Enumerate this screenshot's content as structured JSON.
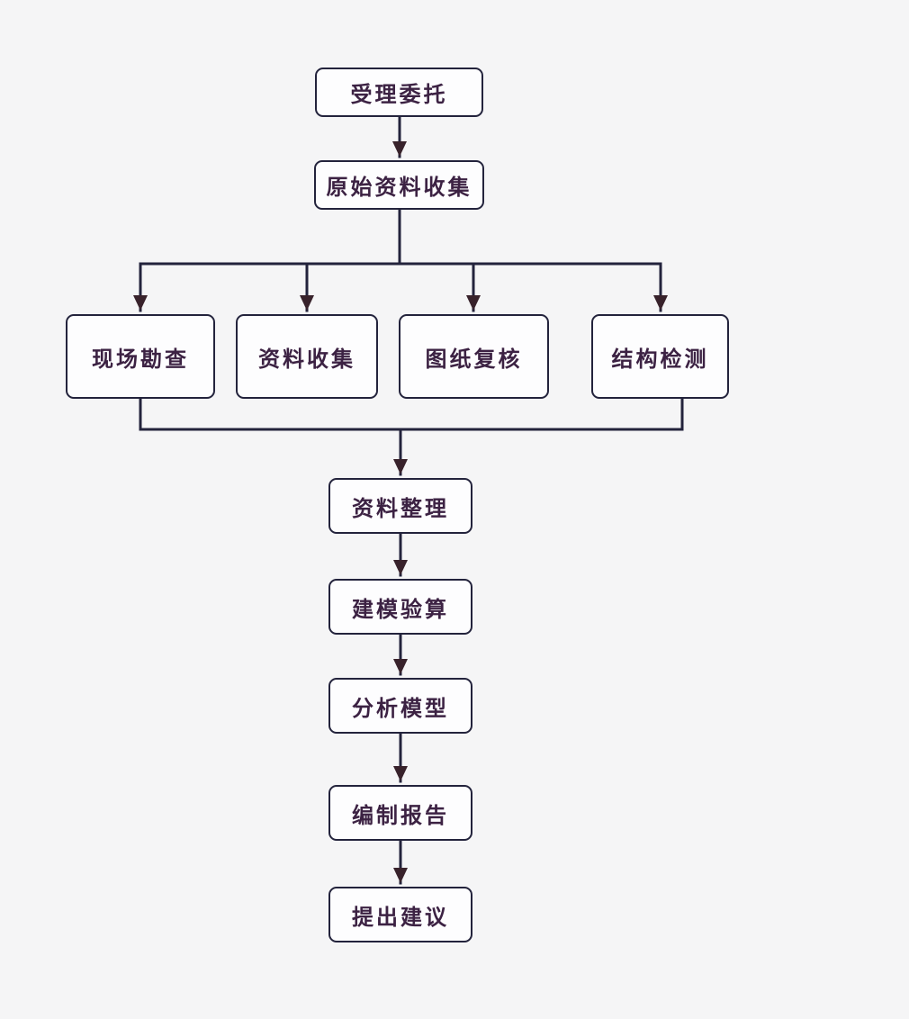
{
  "diagram": {
    "type": "flowchart",
    "nodes": [
      {
        "id": "accept-commission",
        "label": "受理委托"
      },
      {
        "id": "original-data-collection",
        "label": "原始资料收集"
      },
      {
        "id": "site-survey",
        "label": "现场勘查"
      },
      {
        "id": "data-collection",
        "label": "资料收集"
      },
      {
        "id": "drawing-review",
        "label": "图纸复核"
      },
      {
        "id": "structure-inspection",
        "label": "结构检测"
      },
      {
        "id": "data-organization",
        "label": "资料整理"
      },
      {
        "id": "modeling-verification",
        "label": "建模验算"
      },
      {
        "id": "model-analysis",
        "label": "分析模型"
      },
      {
        "id": "report-compilation",
        "label": "编制报告"
      },
      {
        "id": "propose-suggestions",
        "label": "提出建议"
      }
    ],
    "edges": [
      {
        "from": "accept-commission",
        "to": "original-data-collection"
      },
      {
        "from": "original-data-collection",
        "to": "site-survey"
      },
      {
        "from": "original-data-collection",
        "to": "data-collection"
      },
      {
        "from": "original-data-collection",
        "to": "drawing-review"
      },
      {
        "from": "original-data-collection",
        "to": "structure-inspection"
      },
      {
        "from": "site-survey",
        "to": "data-organization"
      },
      {
        "from": "structure-inspection",
        "to": "data-organization"
      },
      {
        "from": "data-organization",
        "to": "modeling-verification"
      },
      {
        "from": "modeling-verification",
        "to": "model-analysis"
      },
      {
        "from": "model-analysis",
        "to": "report-compilation"
      },
      {
        "from": "report-compilation",
        "to": "propose-suggestions"
      }
    ],
    "colors": {
      "background": "#f5f5f6",
      "box_fill": "#fdfdfe",
      "box_border": "#23233c",
      "line": "#23233c",
      "arrowhead": "#38222b",
      "text": "#3c2243"
    }
  }
}
